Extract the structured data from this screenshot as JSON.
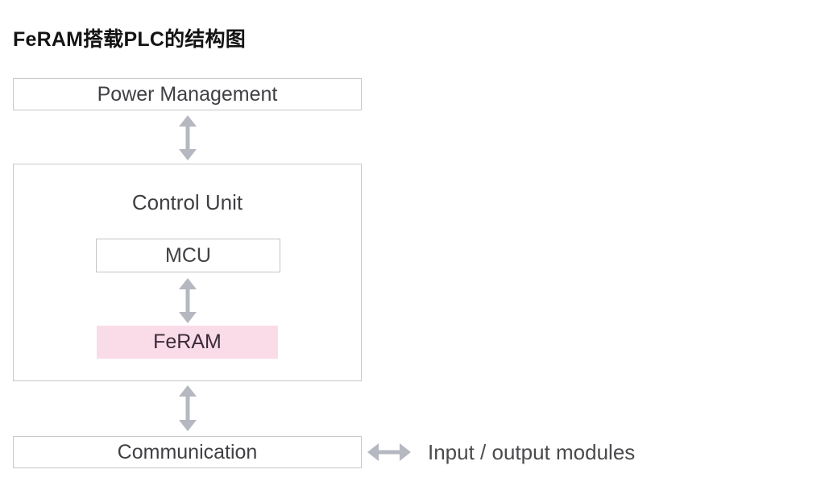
{
  "title": "FeRAM搭载PLC的结构图",
  "boxes": {
    "power": {
      "label": "Power Management"
    },
    "control": {
      "label": "Control Unit"
    },
    "mcu": {
      "label": "MCU"
    },
    "feram": {
      "label": "FeRAM"
    },
    "communication": {
      "label": "Communication"
    }
  },
  "annotations": {
    "io_modules": "Input / output modules"
  },
  "icons": {
    "vertical_double_arrow": "up-down-arrow",
    "horizontal_double_arrow": "left-right-arrow"
  },
  "colors": {
    "feram_pink": "#fadce9",
    "feram_text": "#3c2b38",
    "arrow_gray": "#b5b8c0",
    "box_border_gray": "#c7c8ca",
    "label_gray": "#414145",
    "title_black": "#141414"
  }
}
